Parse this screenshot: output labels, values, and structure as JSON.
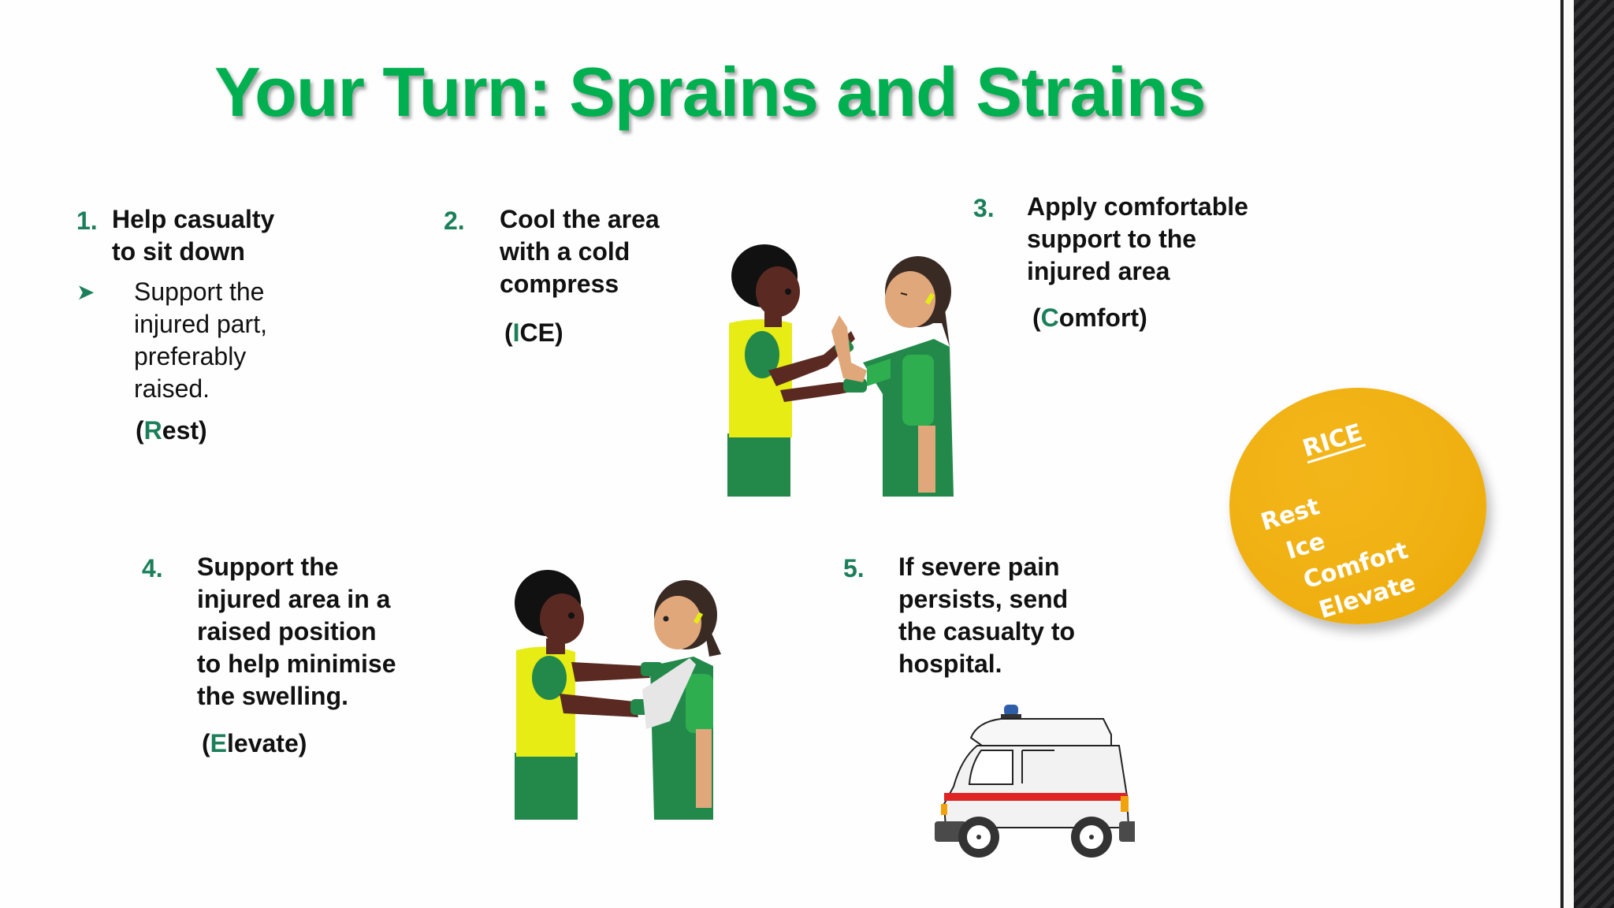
{
  "slide": {
    "title": "Your Turn: Sprains and Strains",
    "colors": {
      "title": "#00b050",
      "accent": "#1a7f5a",
      "rice_badge": "#f0b012",
      "text": "#111111"
    },
    "steps": [
      {
        "number": "1.",
        "lines": [
          "Help casualty",
          "to sit down"
        ],
        "sub_bullet": {
          "icon": "arrow-bullet-icon",
          "glyph": "➤",
          "lines": [
            "Support the",
            "injured part,",
            "preferably",
            "raised."
          ]
        },
        "tag_open": "(",
        "tag_letter": "R",
        "tag_rest": "est)"
      },
      {
        "number": "2.",
        "lines": [
          "Cool the area",
          "with a cold",
          "compress"
        ],
        "tag_open": "(",
        "tag_letter": "I",
        "tag_rest": "CE)"
      },
      {
        "number": "3.",
        "lines": [
          "Apply comfortable",
          "support to the",
          "injured area"
        ],
        "tag_open": "(",
        "tag_letter": "C",
        "tag_rest": "omfort)"
      },
      {
        "number": "4.",
        "lines": [
          "Support the",
          "injured area in a",
          "raised position",
          "to help minimise",
          "the swelling."
        ],
        "tag_open": "(",
        "tag_letter": "E",
        "tag_rest": "levate)"
      },
      {
        "number": "5.",
        "lines": [
          "If severe pain",
          "persists, send",
          "the casualty to",
          "hospital."
        ]
      }
    ],
    "illustrations": [
      {
        "name": "first-aider-holding-injured-wrist",
        "description": "First aider supporting casualty's injured wrist"
      },
      {
        "name": "first-aider-applying-sling",
        "description": "First aider supporting arm in a sling"
      },
      {
        "name": "ambulance",
        "description": "Ambulance illustration"
      }
    ],
    "rice_badge": {
      "title": "RICE",
      "items": [
        "Rest",
        "Ice",
        "Comfort",
        "Elevate"
      ]
    }
  }
}
